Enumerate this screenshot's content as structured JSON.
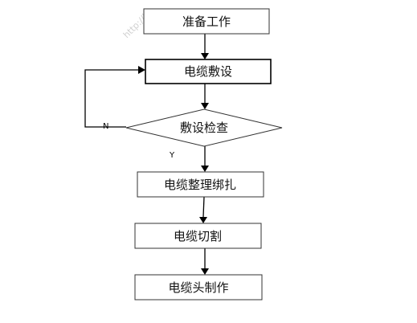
{
  "watermark": "http://liz",
  "nodes": {
    "prepare": "准备工作",
    "lay": "电缆敷设",
    "check": "敷设检查",
    "arrange": "电缆整理绑扎",
    "cut": "电缆切割",
    "head": "电缆头制作"
  },
  "edges": {
    "no_label": "N",
    "yes_label": "Y"
  }
}
